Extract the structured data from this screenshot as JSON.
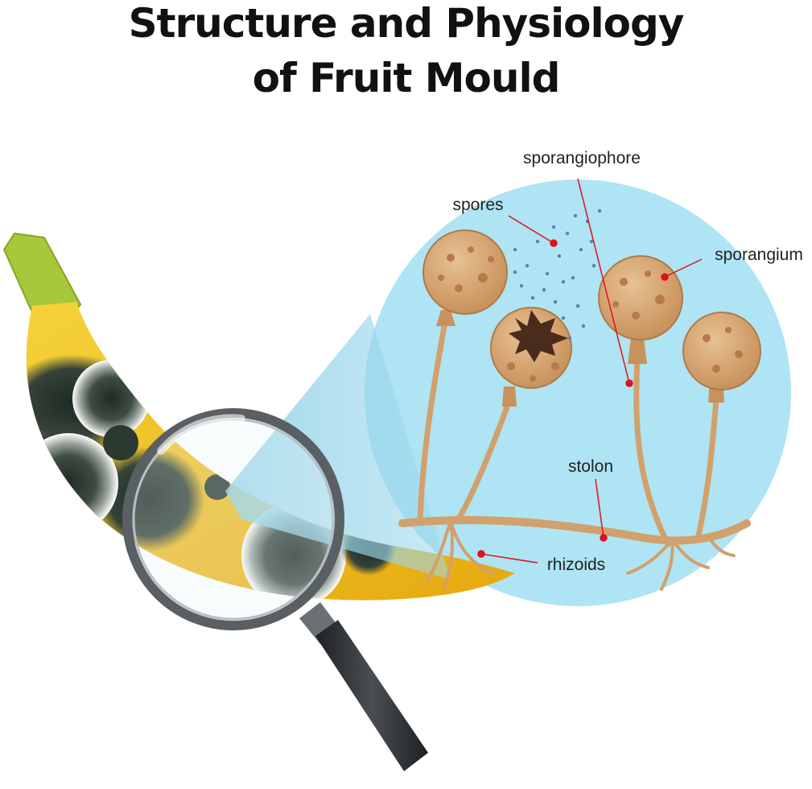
{
  "title": [
    "Structure and Physiology",
    "of Fruit Mould"
  ],
  "labels": {
    "sporangiophore": "sporangiophore",
    "spores": "spores",
    "sporangium": "sporangium",
    "stolon": "stolon",
    "rhizoids": "rhizoids"
  },
  "colors": {
    "background": "#ffffff",
    "zoom_circle": "#aee4f3",
    "banana_yellow": "#f0c01c",
    "banana_stem": "#a6c83a",
    "mould_dark": "#2f3d33",
    "sporangium_fill": "#d9a873",
    "sporangium_spots": "#b87a4a",
    "hyphae": "#d2a06c",
    "leader_line": "#d9141c",
    "magnifier_rim": "#5a5f63",
    "magnifier_handle": "#2c2f32"
  },
  "icons": {
    "magnifier": "magnifying-glass-icon"
  }
}
